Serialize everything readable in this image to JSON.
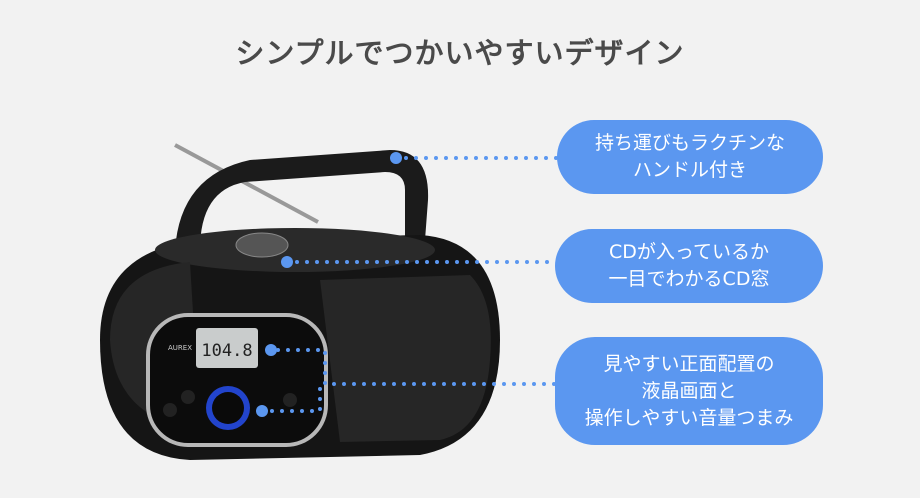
{
  "title": "シンプルでつかいやすいデザイン",
  "callouts": [
    {
      "lines": [
        "持ち運びもラクチンな",
        "ハンドル付き"
      ]
    },
    {
      "lines": [
        "CDが入っているか",
        "一目でわかるCD窓"
      ]
    },
    {
      "lines": [
        "見やすい正面配置の",
        "液晶画面と",
        "操作しやすい音量つまみ"
      ]
    }
  ],
  "device": {
    "brand": "AUREX",
    "display": "104.8"
  },
  "colors": {
    "accent": "#5b97f0",
    "background": "#f2f2f2"
  }
}
